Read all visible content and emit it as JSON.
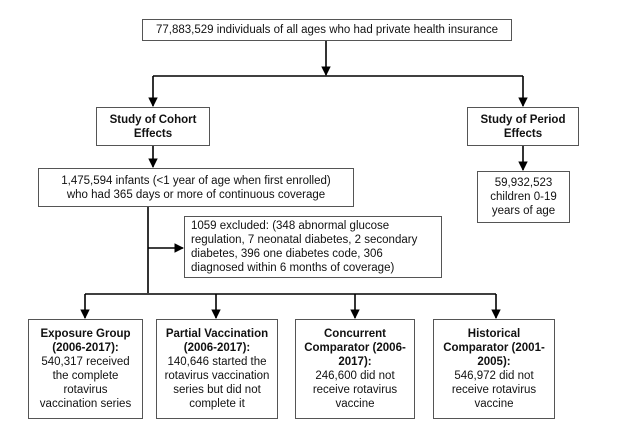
{
  "flow": {
    "top": {
      "text": "77,883,529 individuals of all ages who had private health insurance"
    },
    "cohort": {
      "title_line1": "Study of Cohort",
      "title_line2": "Effects"
    },
    "period": {
      "title_line1": "Study of Period",
      "title_line2": "Effects"
    },
    "infants": {
      "line1": "1,475,594 infants (<1 year of age when first enrolled)",
      "line2": "who had 365 days or more of continuous coverage"
    },
    "children": {
      "line1": "59,932,523",
      "line2": "children 0-19",
      "line3": "years of age"
    },
    "excluded": {
      "line1": "1059 excluded: (348 abnormal glucose",
      "line2": "regulation, 7 neonatal diabetes, 2 secondary",
      "line3": "diabetes, 396 one diabetes code, 306",
      "line4": "diagnosed within 6 months of coverage)"
    },
    "groups": [
      {
        "title1": "Exposure Group",
        "title2": "(2006-2017):",
        "body1": "540,317 received",
        "body2": "the complete",
        "body3": "rotavirus",
        "body4": "vaccination series"
      },
      {
        "title1": "Partial Vaccination",
        "title2": "(2006-2017):",
        "body1": "140,646 started the",
        "body2": "rotavirus vaccination",
        "body3": "series but did not",
        "body4": "complete it"
      },
      {
        "title1": "Concurrent",
        "title2": "Comparator (2006-",
        "title3": "2017):",
        "body1": "246,600 did not",
        "body2": "receive rotavirus",
        "body3": "vaccine"
      },
      {
        "title1": "Historical",
        "title2": "Comparator (2001-",
        "title3": "2005):",
        "body1": "546,972 did not",
        "body2": "receive rotavirus",
        "body3": "vaccine"
      }
    ]
  },
  "colors": {
    "line": "#000000",
    "border": "#555555"
  }
}
